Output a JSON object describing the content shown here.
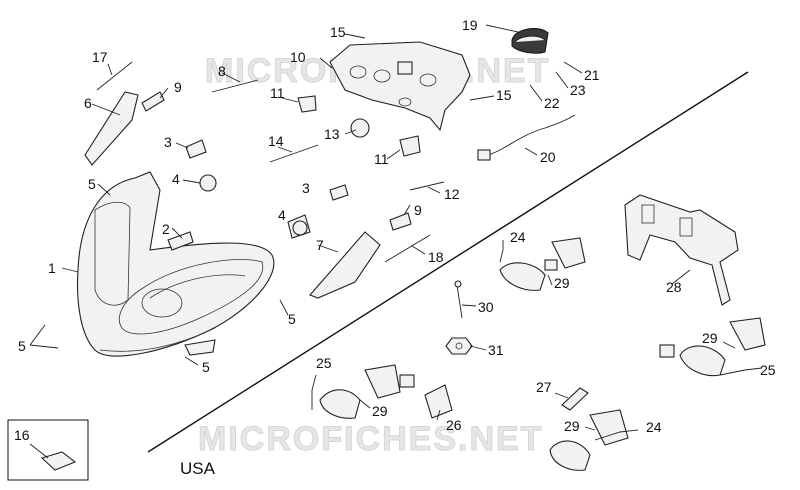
{
  "watermark": "MICROFICHES.NET",
  "region_label": "USA",
  "inset_label": "16",
  "callouts": {
    "c1": "1",
    "c2": "2",
    "c3a": "3",
    "c3b": "3",
    "c4a": "4",
    "c4b": "4",
    "c5a": "5",
    "c5b": "5",
    "c5c": "5",
    "c5d": "5",
    "c6": "6",
    "c7": "7",
    "c8": "8",
    "c9a": "9",
    "c9b": "9",
    "c10": "10",
    "c11a": "11",
    "c11b": "11",
    "c12": "12",
    "c13": "13",
    "c14": "14",
    "c15a": "15",
    "c15b": "15",
    "c17": "17",
    "c18": "18",
    "c19": "19",
    "c20": "20",
    "c21": "21",
    "c22": "22",
    "c23": "23",
    "c24a": "24",
    "c24b": "24",
    "c25a": "25",
    "c25b": "25",
    "c26": "26",
    "c27": "27",
    "c28": "28",
    "c29a": "29",
    "c29b": "29",
    "c29c": "29",
    "c29d": "29",
    "c30": "30",
    "c31": "31"
  }
}
